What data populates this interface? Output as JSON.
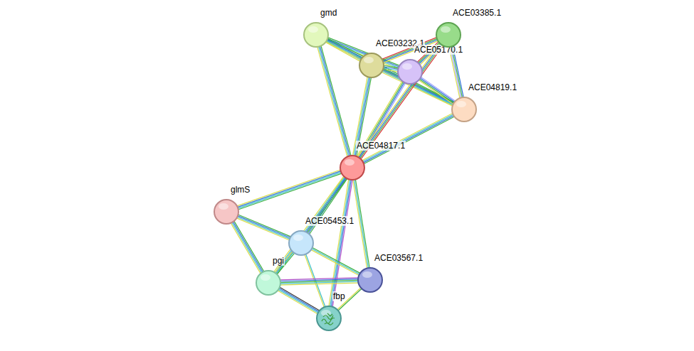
{
  "diagram": {
    "nodes": [
      {
        "text": [
          "gmd"
        ]
      },
      {
        "text": [
          "ACE03232.1"
        ]
      },
      {
        "text": [
          "ACE05170.1"
        ]
      },
      {
        "text": [
          "ACE03385.1"
        ]
      },
      {
        "text": [
          "ACE04819.1"
        ]
      },
      {
        "text": [
          "ACE04817.1"
        ]
      },
      {
        "text": [
          "glmS"
        ]
      },
      {
        "text": [
          "ACE05453.1"
        ]
      },
      {
        "text": [
          "pgi"
        ]
      },
      {
        "text": [
          "ACE03567.1"
        ]
      },
      {
        "text": [
          "fbp"
        ]
      }
    ],
    "edges": [
      {
        "from": 0,
        "to": 1,
        "arrow": "none"
      },
      {
        "from": 0,
        "to": 2,
        "arrow": "none"
      },
      {
        "from": 0,
        "to": 4,
        "arrow": "none"
      },
      {
        "from": 0,
        "to": 5,
        "arrow": "none"
      },
      {
        "from": 1,
        "to": 2,
        "arrow": "none"
      },
      {
        "from": 1,
        "to": 3,
        "arrow": "none"
      },
      {
        "from": 1,
        "to": 4,
        "arrow": "none"
      },
      {
        "from": 1,
        "to": 5,
        "arrow": "none"
      },
      {
        "from": 2,
        "to": 3,
        "arrow": "none"
      },
      {
        "from": 2,
        "to": 4,
        "arrow": "none"
      },
      {
        "from": 2,
        "to": 5,
        "arrow": "none"
      },
      {
        "from": 3,
        "to": 4,
        "arrow": "none"
      },
      {
        "from": 3,
        "to": 5,
        "arrow": "none"
      },
      {
        "from": 4,
        "to": 5,
        "arrow": "none"
      },
      {
        "from": 5,
        "to": 6,
        "arrow": "none"
      },
      {
        "from": 5,
        "to": 7,
        "arrow": "none"
      },
      {
        "from": 5,
        "to": 8,
        "arrow": "none"
      },
      {
        "from": 5,
        "to": 9,
        "arrow": "none"
      },
      {
        "from": 5,
        "to": 10,
        "arrow": "none"
      },
      {
        "from": 6,
        "to": 7,
        "arrow": "none"
      },
      {
        "from": 6,
        "to": 8,
        "arrow": "none"
      },
      {
        "from": 7,
        "to": 8,
        "arrow": "none"
      },
      {
        "from": 7,
        "to": 9,
        "arrow": "none"
      },
      {
        "from": 7,
        "to": 10,
        "arrow": "none"
      },
      {
        "from": 8,
        "to": 9,
        "arrow": "none"
      },
      {
        "from": 8,
        "to": 10,
        "arrow": "none"
      },
      {
        "from": 9,
        "to": 10,
        "arrow": "none"
      }
    ]
  }
}
